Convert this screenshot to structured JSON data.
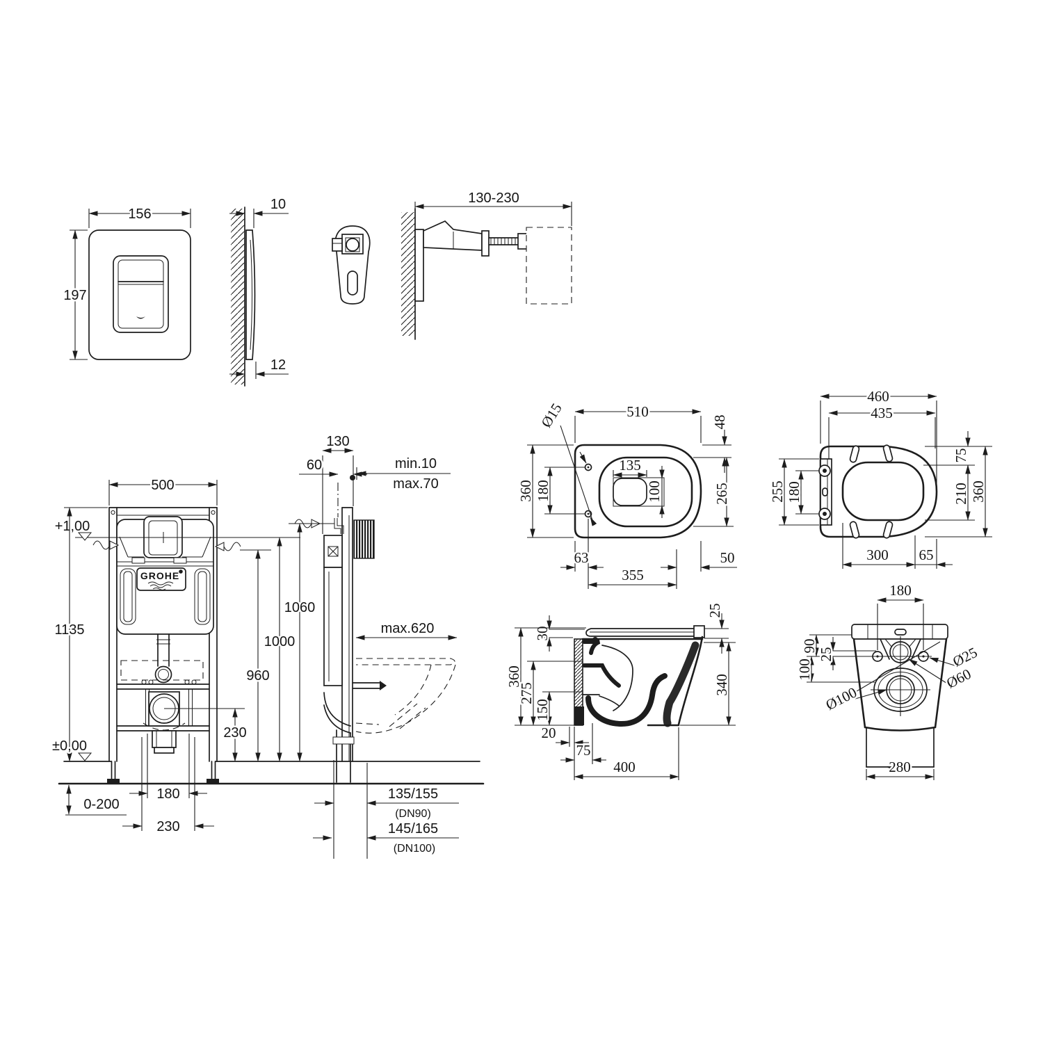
{
  "meta": {
    "background": "#ffffff",
    "line_color": "#1d1d1d",
    "drawing_kind": "sanitary installation technical drawing"
  },
  "flush_plate": {
    "width": "156",
    "height": "197",
    "side_top": "10",
    "side_bottom": "12"
  },
  "wall_anchor": {
    "range": "130-230"
  },
  "frame_front": {
    "width": "500",
    "height": "1135",
    "level_top": "+1,00",
    "level_zero": "±0,00",
    "foot_range": "0-200",
    "stud_spacing": "180",
    "drain_spacing": "230",
    "outlet_height": "230",
    "brand": "GROHE"
  },
  "frame_side": {
    "depth": "130",
    "supply_offset": "60",
    "wall_min": "min.10",
    "wall_max": "max.70",
    "h_supply": "1060",
    "h_level": "1000",
    "h_stud": "960",
    "reach": "max.620",
    "dn90": "135/155",
    "dn90_label": "(DN90)",
    "dn100": "145/165",
    "dn100_label": "(DN100)"
  },
  "bowl_top": {
    "length": "510",
    "rim_back": "48",
    "supply_dia": "Ø15",
    "flush_width": "135",
    "flush_depth": "100",
    "supply_spacing": "180",
    "width": "360",
    "rim_length": "265",
    "offset_left": "63",
    "fixing_span": "355",
    "offset_right": "50"
  },
  "seat_top": {
    "outer_length": "460",
    "inner_length": "435",
    "lid_back": "75",
    "hinge_width": "255",
    "hinge_spacing": "180",
    "ring_depth": "210",
    "width": "360",
    "opening": "300",
    "tail": "65"
  },
  "bowl_side": {
    "lid_back": "25",
    "seat_front": "30",
    "height": "360",
    "h_mid": "275",
    "h_low": "150",
    "h_front": "340",
    "wall_gap": "20",
    "trap_offset": "75",
    "depth": "400"
  },
  "bowl_rear": {
    "stud_spacing": "180",
    "h_top": "90",
    "h_mid": "25",
    "h_low": "100",
    "stud_dia": "Ø25",
    "flush_dia": "Ø60",
    "drain_dia": "Ø100",
    "width": "280"
  }
}
